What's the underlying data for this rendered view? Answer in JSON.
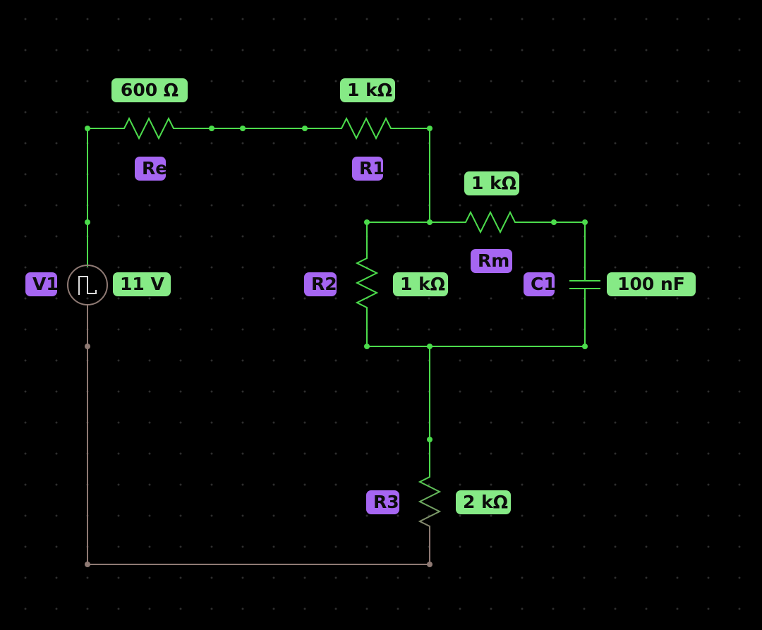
{
  "colors": {
    "live_wire": "#4cdc4c",
    "ground_wire": "#8f7a74",
    "value_label_bg": "#86ea86",
    "name_label_bg": "#a666f2",
    "background": "#000000"
  },
  "components": {
    "re": {
      "name": "Re",
      "value": "600 Ω",
      "kind": "resistor"
    },
    "r1": {
      "name": "R1",
      "value": "1 kΩ",
      "kind": "resistor"
    },
    "rm": {
      "name": "Rm",
      "value": "1 kΩ",
      "kind": "resistor"
    },
    "r2": {
      "name": "R2",
      "value": "1 kΩ",
      "kind": "resistor"
    },
    "c1": {
      "name": "C1",
      "value": "100 nF",
      "kind": "capacitor"
    },
    "r3": {
      "name": "R3",
      "value": "2 kΩ",
      "kind": "resistor"
    },
    "v1": {
      "name": "V1",
      "value": "11 V",
      "kind": "square-wave-source",
      "icon": "square-wave-icon"
    }
  }
}
